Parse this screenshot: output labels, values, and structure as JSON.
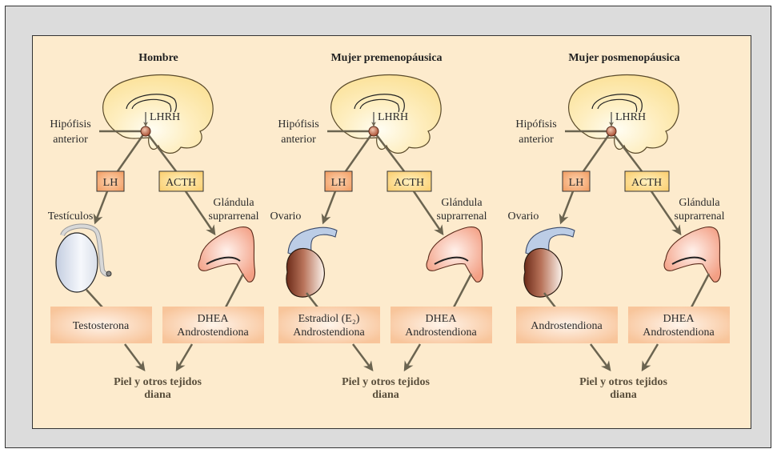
{
  "panels": [
    {
      "title": "Hombre",
      "hormone_label": "LHRH",
      "pituitary_label": [
        "Hipófisis",
        "anterior"
      ],
      "lh_label": "LH",
      "acth_label": "ACTH",
      "gonad_label": "Testículos",
      "gonad_type": "testis",
      "adrenal_label": [
        "Glándula",
        "suprarrenal"
      ],
      "gonad_product": [
        "Testosterona"
      ],
      "adrenal_product": [
        "DHEA",
        "Androstendiona"
      ],
      "target": [
        "Piel y otros tejidos",
        "diana"
      ]
    },
    {
      "title": "Mujer premenopáusica",
      "hormone_label": "LHRH",
      "pituitary_label": [
        "Hipófisis",
        "anterior"
      ],
      "lh_label": "LH",
      "acth_label": "ACTH",
      "gonad_label": "Ovario",
      "gonad_type": "ovary",
      "adrenal_label": [
        "Glándula",
        "suprarrenal"
      ],
      "gonad_product": [
        "Estradiol (E₂)",
        "Androstendiona"
      ],
      "adrenal_product": [
        "DHEA",
        "Androstendiona"
      ],
      "target": [
        "Piel y otros tejidos",
        "diana"
      ]
    },
    {
      "title": "Mujer posmenopáusica",
      "hormone_label": "LHRH",
      "pituitary_label": [
        "Hipófisis",
        "anterior"
      ],
      "lh_label": "LH",
      "acth_label": "ACTH",
      "gonad_label": "Ovario",
      "gonad_type": "ovary",
      "adrenal_label": [
        "Glándula",
        "suprarrenal"
      ],
      "gonad_product": [
        "Androstendiona"
      ],
      "adrenal_product": [
        "DHEA",
        "Androstendiona"
      ],
      "target": [
        "Piel y otros tejidos",
        "diana"
      ]
    }
  ],
  "colors": {
    "background": "#fdebcd",
    "frame": "#dcdcdc",
    "brain": "#fde7a6",
    "lh_box": "#f5a36b",
    "acth_box": "#fcd27a",
    "product_box": "#f8c9a0",
    "adrenal": "#f5a68a",
    "arrow": "#6b6450"
  }
}
